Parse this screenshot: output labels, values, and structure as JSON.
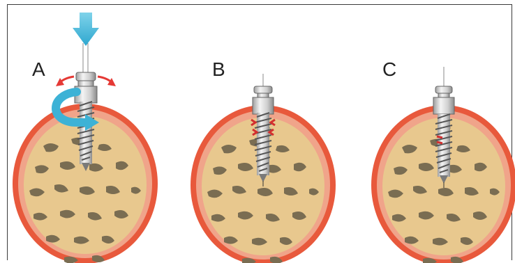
{
  "panels": [
    {
      "label": "A"
    },
    {
      "label": "B"
    },
    {
      "label": "C"
    }
  ],
  "colors": {
    "outer_ring": "#e8593c",
    "inner_ring": "#f0a48a",
    "cancellous": "#e8c88e",
    "trabecula": "#7a6d52",
    "screw": "#d9d9d9",
    "arrow_blue": "#3db2d6",
    "arrow_red": "#e53935"
  }
}
